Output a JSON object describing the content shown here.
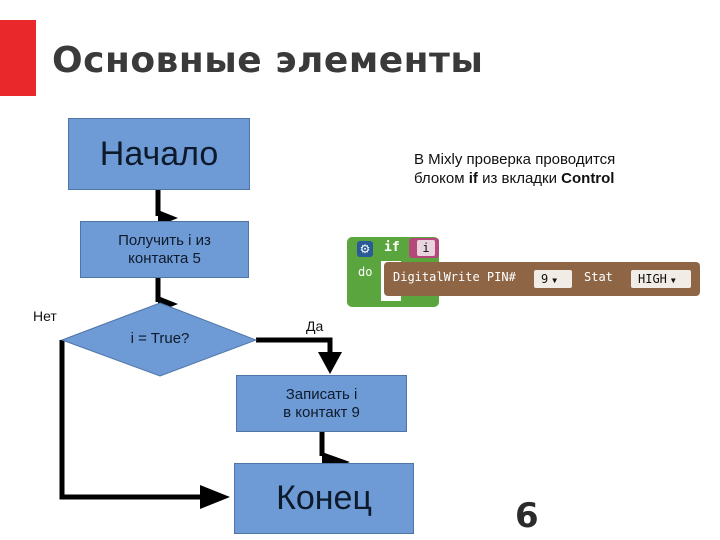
{
  "slide": {
    "title": "Основные элементы",
    "page_number": "6"
  },
  "flowchart": {
    "start": "Начало",
    "input": "Получить i из\nконтакта 5",
    "condition": "i = True?",
    "yes_label": "Да",
    "no_label": "Нет",
    "action": "Записать i\nв контакт 9",
    "end": "Конец"
  },
  "note": {
    "line1": "В Mixly проверка проводится",
    "line2_prefix": "блоком ",
    "line2_bold1": "if",
    "line2_mid": " из вкладки ",
    "line2_bold2": "Control"
  },
  "mixly_block": {
    "if_keyword": "if",
    "do_keyword": "do",
    "variable": "i",
    "function": "DigitalWrite PIN#",
    "pin_value": "9",
    "state_label": "Stat",
    "state_value": "HIGH",
    "colors": {
      "control": "#5ba53e",
      "io": "#8e6646",
      "variable": "#b5487b"
    }
  },
  "colors": {
    "accent": "#e8282b",
    "box_fill": "#6e9bd6",
    "title_text": "#3a3a3a"
  }
}
